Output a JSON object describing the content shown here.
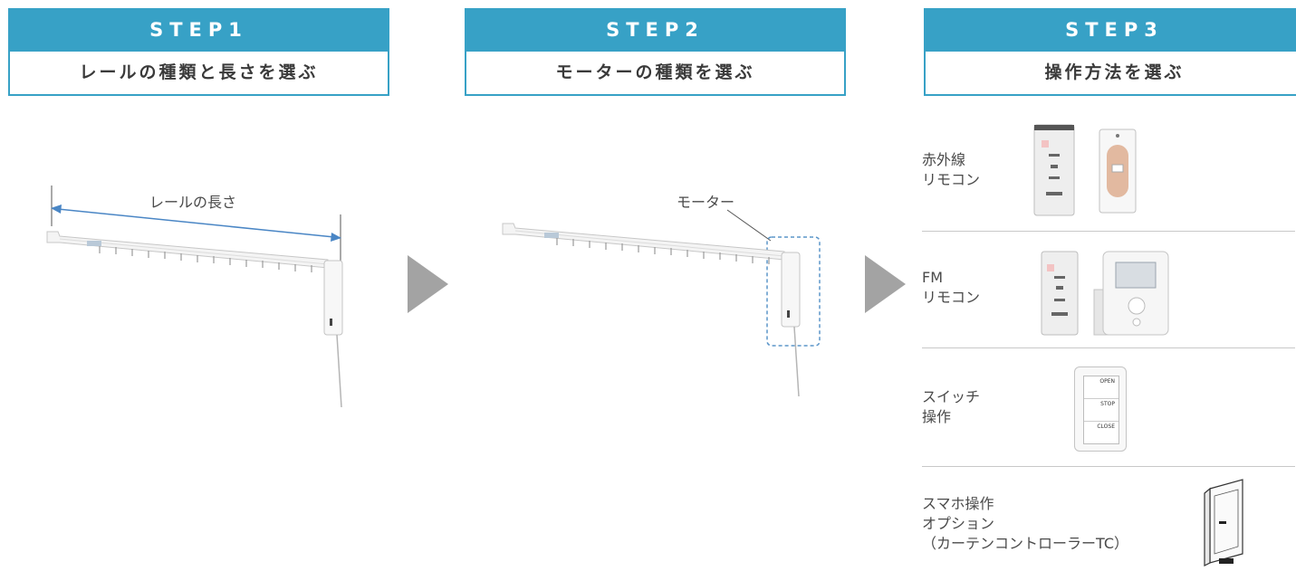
{
  "steps": [
    {
      "title": "STEP1",
      "subtitle": "レールの種類と長さを選ぶ"
    },
    {
      "title": "STEP2",
      "subtitle": "モーターの種類を選ぶ"
    },
    {
      "title": "STEP3",
      "subtitle": "操作方法を選ぶ"
    }
  ],
  "step1": {
    "rail_length_label": "レールの長さ"
  },
  "step2": {
    "motor_label": "モーター"
  },
  "step3": {
    "options": [
      {
        "line1": "赤外線",
        "line2": "リモコン"
      },
      {
        "line1": "FM",
        "line2": "リモコン"
      },
      {
        "line1": "スイッチ",
        "line2": "操作"
      },
      {
        "line1": "スマホ操作",
        "line2": "オプション",
        "line3": "（カーテンコントローラーTC）"
      }
    ],
    "switch_buttons": [
      "OPEN",
      "STOP",
      "CLOSE"
    ]
  },
  "colors": {
    "accent": "#37a1c6",
    "arrow": "#a3a3a3",
    "measure": "#4a86c5"
  }
}
